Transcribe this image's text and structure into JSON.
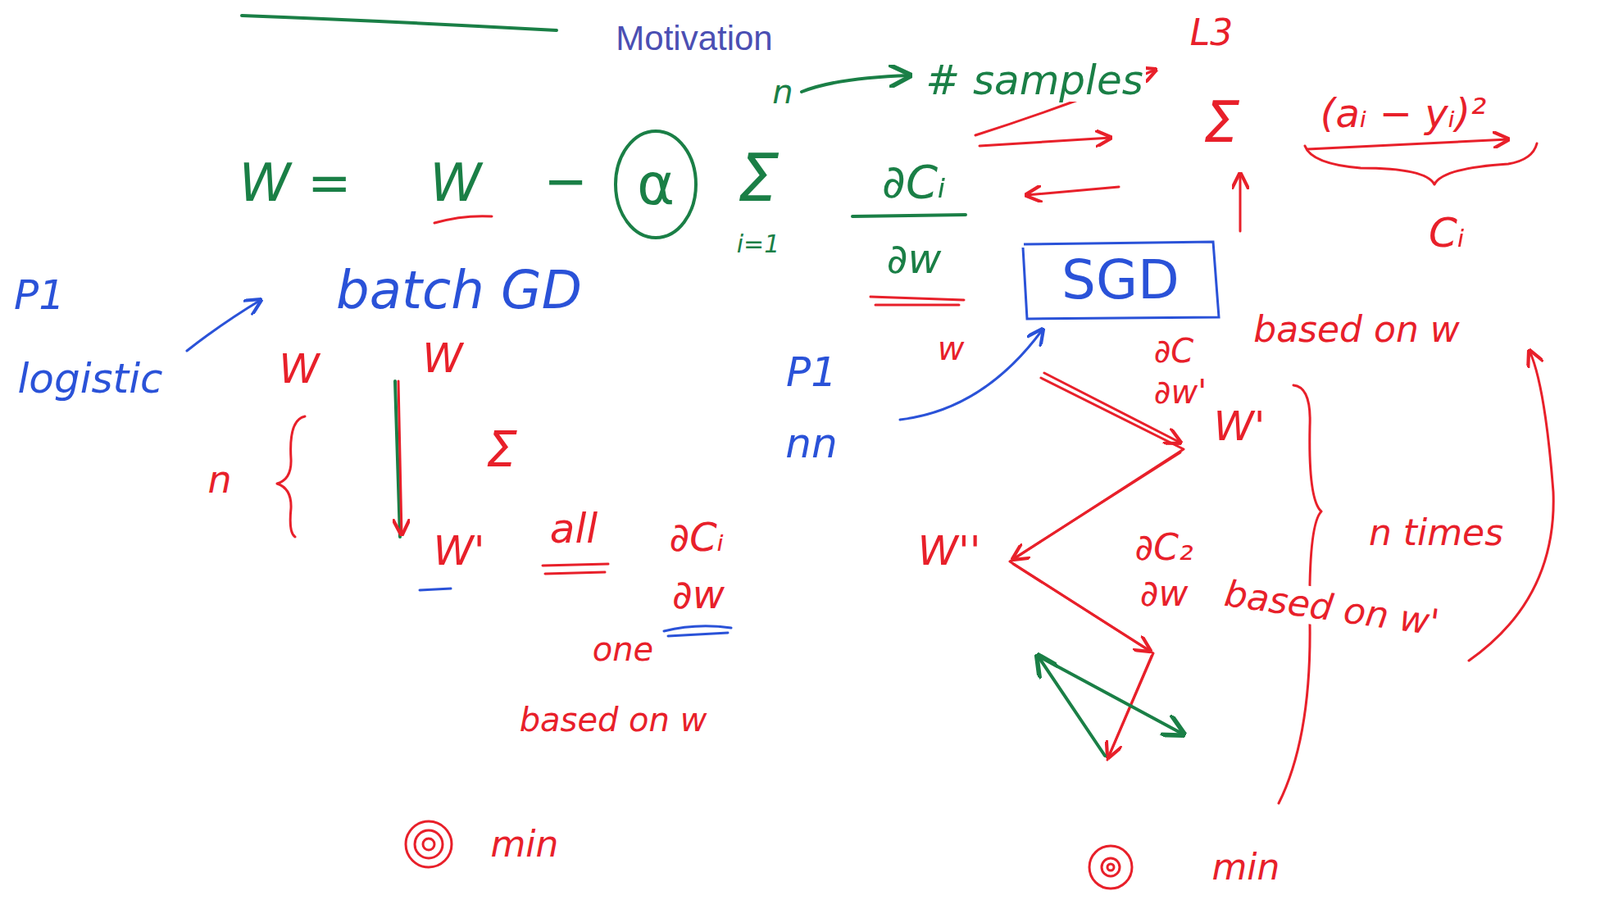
{
  "diagram": {
    "title": "Motivation",
    "nodes": [
      {
        "text": [
          "α"
        ]
      },
      {
        "text": [
          "SGD"
        ]
      }
    ],
    "labels": [
      "W =",
      "W",
      "−",
      "n",
      "Σ",
      "i=1",
      "# samples",
      "∂Cᵢ",
      "∂w",
      "w",
      "L3",
      "Σ",
      "(aᵢ − yᵢ)²",
      "Cᵢ",
      "P1",
      "logistic",
      "batch GD",
      "W",
      "W",
      "n",
      "Σ",
      "W'",
      "all",
      "∂Cᵢ",
      "∂w",
      "one",
      "based on w",
      "min",
      "P1",
      "nn",
      "∂C",
      "∂w'",
      "W'",
      "W''",
      "∂C₂",
      "∂w",
      "based on w",
      "based on w'",
      "n times",
      "min"
    ]
  }
}
